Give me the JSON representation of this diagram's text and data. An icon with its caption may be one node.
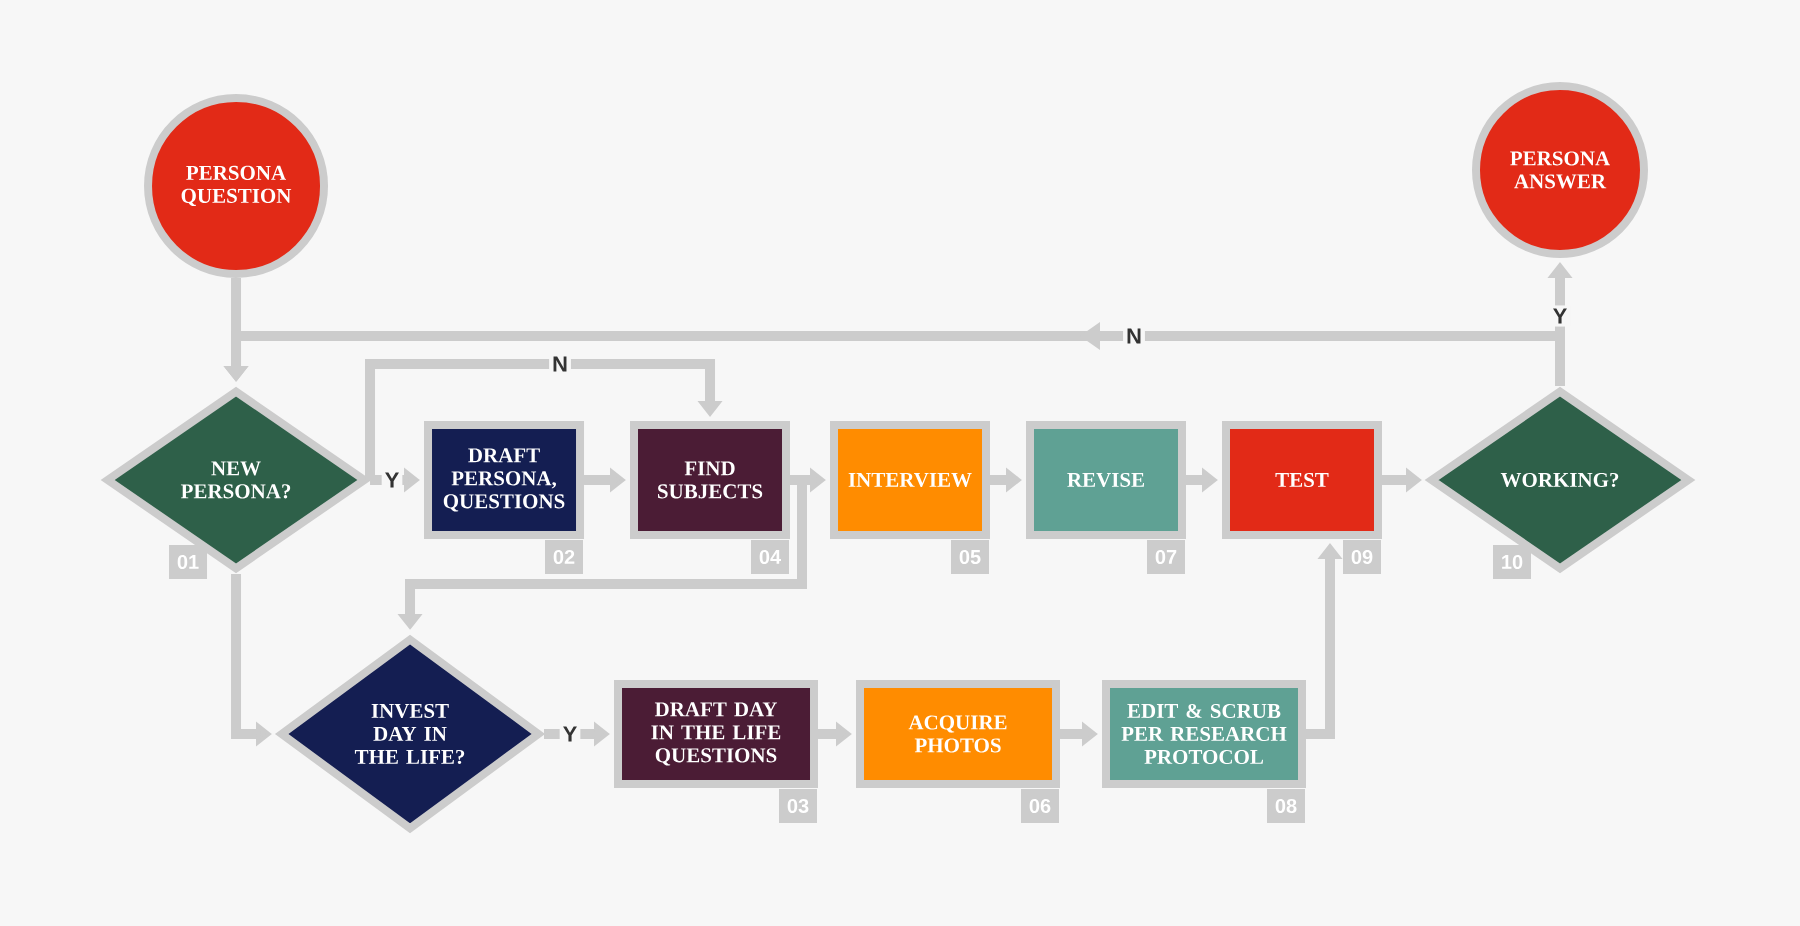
{
  "diagram": {
    "nodes": [
      {
        "text": [
          "PERSONA QUESTION"
        ]
      },
      {
        "text": [
          "NEW PERSONA?"
        ],
        "beside": [
          "01"
        ]
      },
      {
        "text": [
          "DRAFT PERSONA, QUESTIONS"
        ],
        "beside": [
          "02"
        ]
      },
      {
        "text": [
          "FIND SUBJECTS"
        ],
        "beside": [
          "04"
        ]
      },
      {
        "text": [
          "INTERVIEW"
        ],
        "beside": [
          "05"
        ]
      },
      {
        "text": [
          "REVISE"
        ],
        "beside": [
          "07"
        ]
      },
      {
        "text": [
          "TEST"
        ],
        "beside": [
          "09"
        ]
      },
      {
        "text": [
          "WORKING?"
        ],
        "beside": [
          "10"
        ]
      },
      {
        "text": [
          "PERSONA ANSWER"
        ]
      },
      {
        "text": [
          "INVEST DAY IN THE LIFE?"
        ]
      },
      {
        "text": [
          "DRAFT DAY IN THE LIFE QUESTIONS"
        ],
        "beside": [
          "03"
        ]
      },
      {
        "text": [
          "ACQUIRE PHOTOS"
        ],
        "beside": [
          "06"
        ]
      },
      {
        "text": [
          "EDIT & SCRUB PER RESEARCH PROTOCOL"
        ],
        "beside": [
          "08"
        ]
      }
    ],
    "edges": [
      {
        "from": 0,
        "to": 1,
        "arrow": "to"
      },
      {
        "from": 7,
        "to": 1,
        "arrow": "to",
        "label": "N"
      },
      {
        "from": 7,
        "to": 8,
        "arrow": "to",
        "label": "Y"
      },
      {
        "from": 1,
        "to": 2,
        "arrow": "to",
        "label": "Y"
      },
      {
        "from": 1,
        "to": 3,
        "arrow": "to",
        "label": "N"
      },
      {
        "from": 2,
        "to": 3,
        "arrow": "to"
      },
      {
        "from": 3,
        "to": 4,
        "arrow": "to"
      },
      {
        "from": 3,
        "to": 9,
        "arrow": "to"
      },
      {
        "from": 4,
        "to": 5,
        "arrow": "to"
      },
      {
        "from": 5,
        "to": 6,
        "arrow": "to"
      },
      {
        "from": 6,
        "to": 7,
        "arrow": "to"
      },
      {
        "from": 1,
        "to": 9,
        "arrow": "to"
      },
      {
        "from": 9,
        "to": 10,
        "arrow": "to",
        "label": "Y"
      },
      {
        "from": 10,
        "to": 11,
        "arrow": "to"
      },
      {
        "from": 11,
        "to": 12,
        "arrow": "to"
      },
      {
        "from": 12,
        "to": 6,
        "arrow": "to"
      }
    ]
  }
}
